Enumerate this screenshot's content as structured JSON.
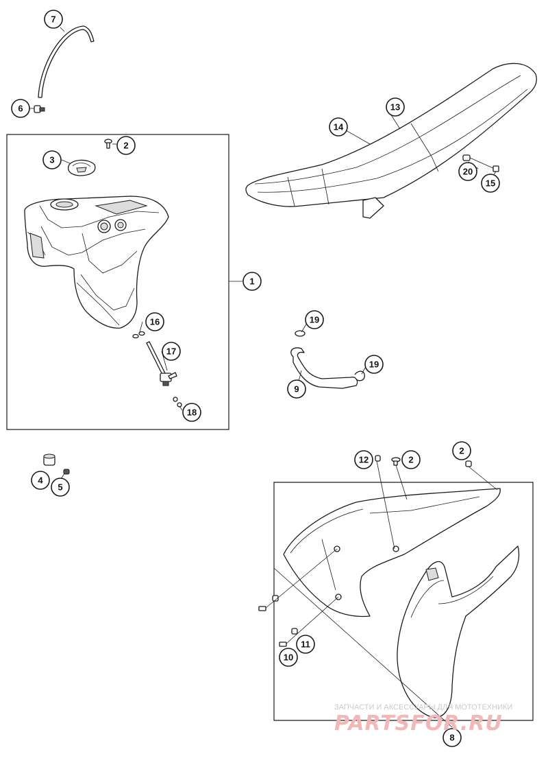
{
  "callouts": {
    "c1": "1",
    "c2a": "2",
    "c2b": "2",
    "c2c": "2",
    "c3": "3",
    "c4": "4",
    "c5": "5",
    "c6": "6",
    "c7": "7",
    "c8": "8",
    "c9": "9",
    "c10": "10",
    "c11": "11",
    "c12": "12",
    "c13": "13",
    "c14": "14",
    "c15": "15",
    "c16": "16",
    "c17": "17",
    "c18": "18",
    "c19a": "19",
    "c19b": "19",
    "c20": "20"
  },
  "watermark": {
    "line1": "ЗАПЧАСТИ И АКСЕССУАРЫ ДЛЯ МОТОТЕХНИКИ",
    "line2": "PARTSFOR.RU"
  },
  "colors": {
    "ink": "#1a1a1a",
    "watermark_red": "#f2b8b8",
    "watermark_grey": "#c9c9c9"
  }
}
